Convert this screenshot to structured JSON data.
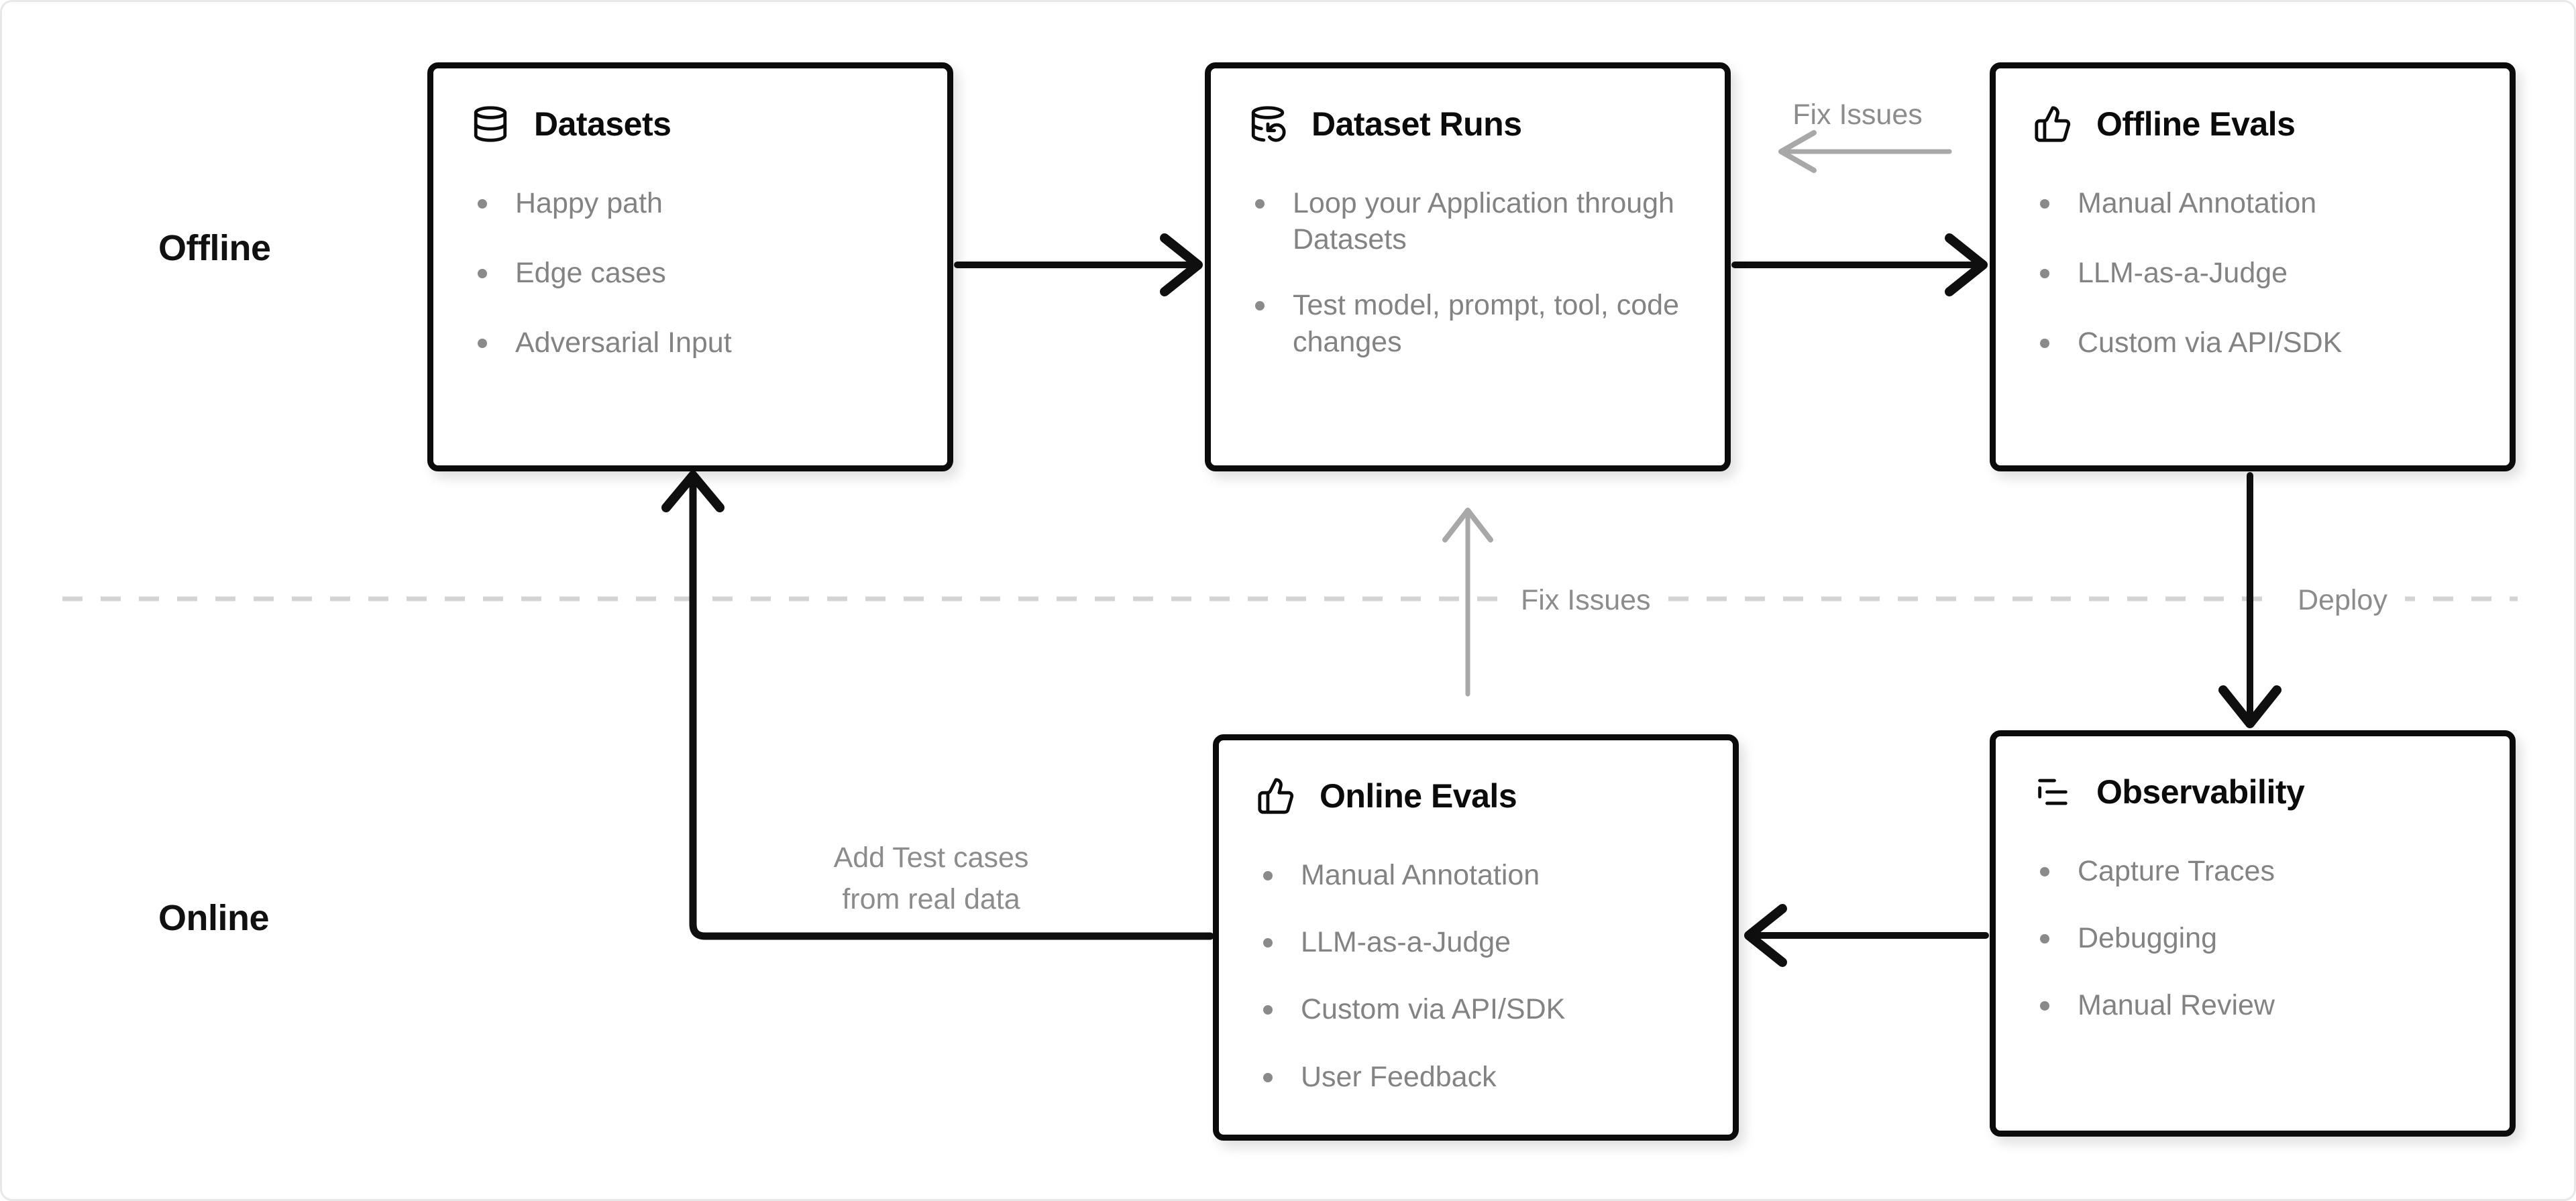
{
  "sections": {
    "offline_label": "Offline",
    "online_label": "Online"
  },
  "boxes": {
    "datasets": {
      "title": "Datasets",
      "icon": "database-icon",
      "items": [
        "Happy path",
        "Edge cases",
        "Adversarial Input"
      ]
    },
    "dataset_runs": {
      "title": "Dataset Runs",
      "icon": "database-refresh-icon",
      "items": [
        "Loop your Application through Datasets",
        "Test model, prompt, tool, code changes"
      ]
    },
    "offline_evals": {
      "title": "Offline Evals",
      "icon": "thumbs-up-icon",
      "items": [
        "Manual Annotation",
        "LLM-as-a-Judge",
        "Custom via API/SDK"
      ]
    },
    "online_evals": {
      "title": "Online Evals",
      "icon": "thumbs-up-icon",
      "items": [
        "Manual Annotation",
        "LLM-as-a-Judge",
        "Custom via API/SDK",
        "User Feedback"
      ]
    },
    "observability": {
      "title": "Observability",
      "icon": "trace-list-icon",
      "items": [
        "Capture Traces",
        "Debugging",
        "Manual Review"
      ]
    }
  },
  "annotations": {
    "fix_issues_top": "Fix Issues",
    "fix_issues_middle": "Fix Issues",
    "deploy": "Deploy",
    "add_test_cases_line1": "Add Test cases",
    "add_test_cases_line2": "from real data"
  },
  "colors": {
    "box_border": "#0b0b0b",
    "title_text": "#0b0b0b",
    "bullet_text": "#838383",
    "annotation_text": "#8c8c8c",
    "gray_arrow": "#a8a8a8",
    "dashed_line": "#d4d4d4",
    "black_arrow": "#0f0f0f"
  }
}
